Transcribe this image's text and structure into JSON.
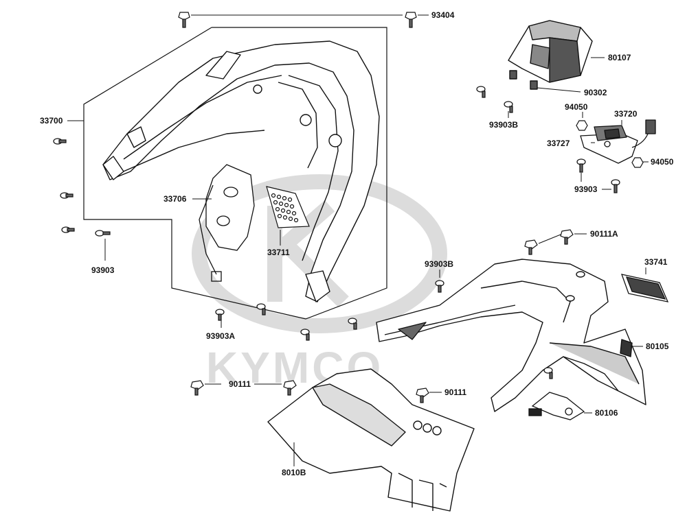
{
  "watermark": {
    "brand": "KYMCO",
    "color": "#d9d9d9"
  },
  "part_numbers": {
    "p93404": "93404",
    "p33700": "33700",
    "p33706": "33706",
    "p33711": "33711",
    "p93903_left": "93903",
    "p93903A": "93903A",
    "p90111_left": "90111",
    "p90111_right": "90111",
    "p8010B": "8010B",
    "p80107": "80107",
    "p90302": "90302",
    "p93903B_top": "93903B",
    "p94050_top": "94050",
    "p33720": "33720",
    "p33727": "33727",
    "p94050_right": "94050",
    "p93903_right": "93903",
    "p90111A": "90111A",
    "p33741": "33741",
    "p93903B_mid": "93903B",
    "p80105": "80105",
    "p80106": "80106"
  },
  "colors": {
    "line": "#111111",
    "fill": "#ffffff",
    "shade": "#cccccc",
    "dark": "#555555"
  }
}
